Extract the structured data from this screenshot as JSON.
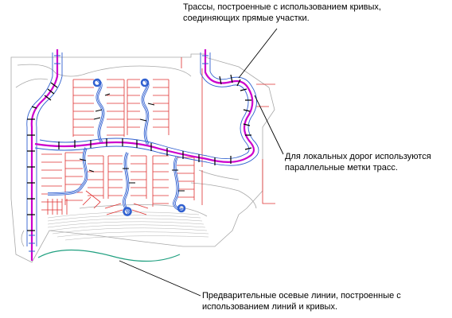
{
  "callouts": {
    "curved_alignments": "Трассы, построенные с использованием кривых,\nсоединяющих прямые участки.",
    "local_roads": "Для локальных дорог используются\nпараллельные метки трасс.",
    "preliminary_centerlines": "Предварительные осевые линии, построенные с\nиспользованием линий и кривых."
  },
  "colors": {
    "main_alignment": "#cc00cc",
    "alignment_offset": "#3060d0",
    "lots": "#e03030",
    "terrain": "#a8a8a8",
    "preliminary_line": "#20a080",
    "leader": "#000000",
    "label_ticks": "#000000"
  }
}
